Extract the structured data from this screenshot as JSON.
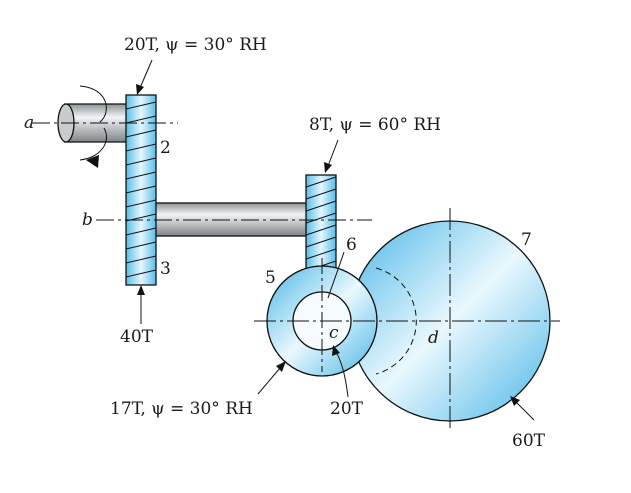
{
  "labels": {
    "gear2_spec": "20T, ψ = 30° RH",
    "gear4_spec": "8T, ψ = 60° RH",
    "gear3_teeth": "40T",
    "gear5_spec": "17T, ψ = 30° RH",
    "gear6_teeth": "20T",
    "gear7_teeth": "60T",
    "shaft_a": "a",
    "shaft_b": "b",
    "axis_c": "c",
    "axis_d": "d",
    "num_2": "2",
    "num_3": "3",
    "num_5": "5",
    "num_6": "6",
    "num_7": "7"
  },
  "colors": {
    "gear_fill": "#7fd0f2",
    "gear_light": "#e8f7fd",
    "shaft_fill": "#9fa3a6",
    "outline": "#111111"
  }
}
